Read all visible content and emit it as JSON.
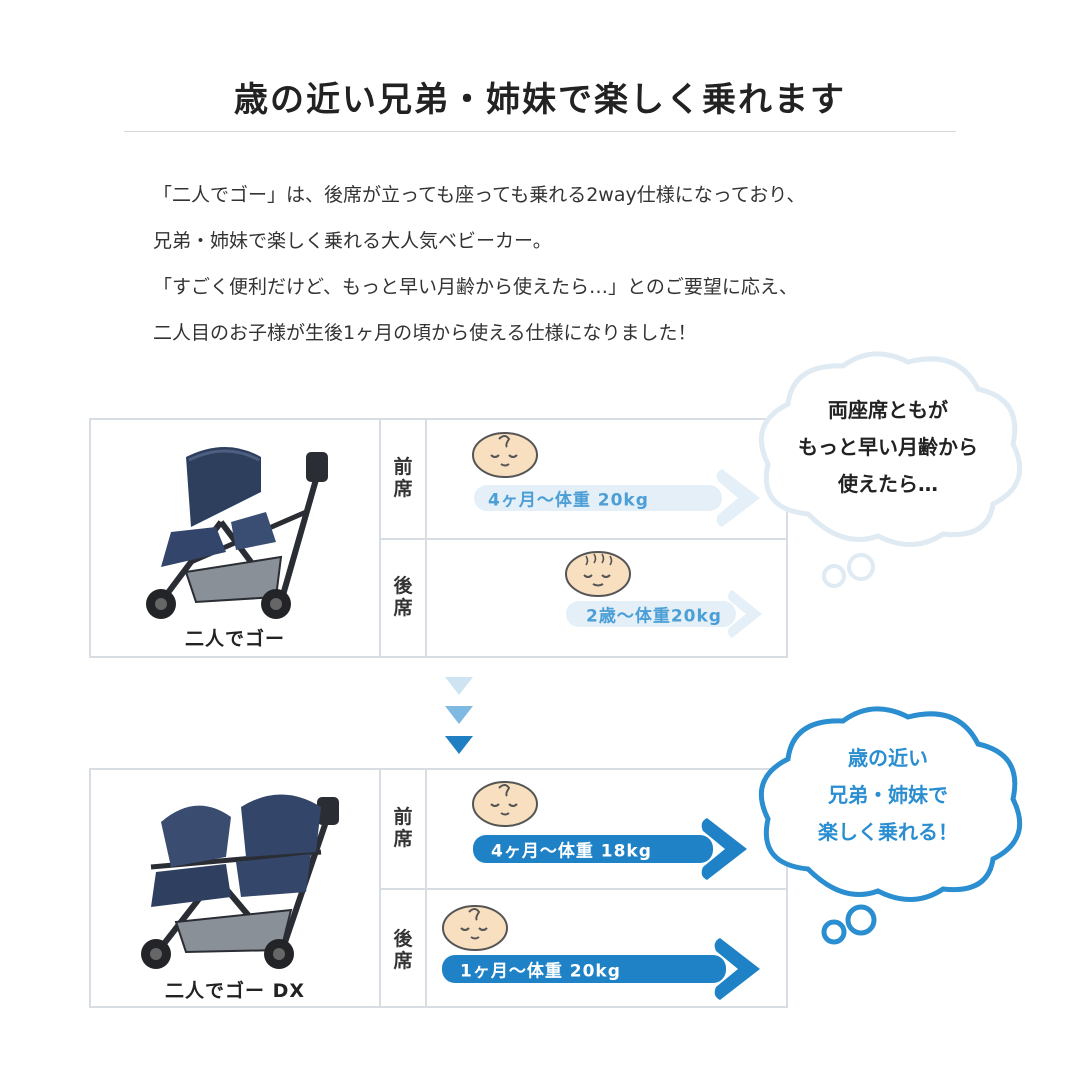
{
  "title": "歳の近い兄弟・姉妹で楽しく乗れます",
  "intro": [
    "「二人でゴー」は、後席が立っても座っても乗れる2way仕様になっており、",
    "兄弟・姉妹で楽しく乗れる大人気ベビーカー。",
    "「すごく便利だけど、もっと早い月齢から使えたら…」とのご要望に応え、",
    "二人目のお子様が生後1ヶ月の頃から使える仕様になりました！"
  ],
  "models": [
    {
      "name": "二人でゴー",
      "front_label": "前席",
      "rear_label": "後席",
      "front_range": "4ヶ月〜体重 20kg",
      "rear_range": "2歳〜体重20kg",
      "bubble": [
        "両座席ともが",
        "もっと早い月齢から",
        "使えたら…"
      ]
    },
    {
      "name": "二人でゴー DX",
      "front_label": "前席",
      "rear_label": "後席",
      "front_range": "4ヶ月〜体重 18kg",
      "rear_range": "1ヶ月〜体重 20kg",
      "bubble": [
        "歳の近い",
        "兄弟・姉妹で",
        "楽しく乗れる！"
      ]
    }
  ],
  "colors": {
    "light_arrow": "#e4eff7",
    "light_text": "#4b9fd6",
    "dark_arrow": "#1f82c6",
    "dark_text": "#ffffff",
    "cloud_light_border": "#dfeaf2",
    "cloud_dark_border": "#2a8ed0",
    "cloud_dark_text": "#2a8ed0",
    "panel_border": "#d7dde2",
    "baby_face": "#f7dfc0"
  },
  "icons": [
    "baby-face-icon",
    "stroller-illustration",
    "thought-cloud",
    "down-chevron-icon"
  ]
}
